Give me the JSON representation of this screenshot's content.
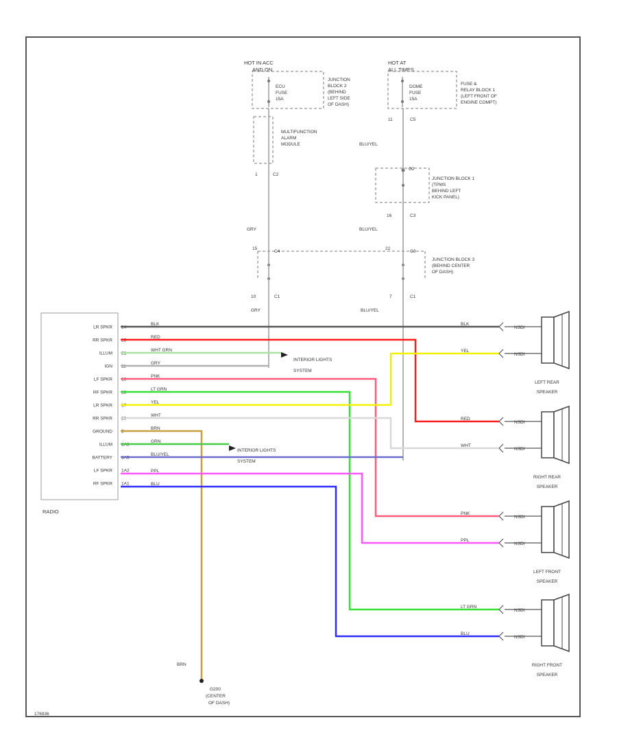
{
  "colors": {
    "blk": "#555555",
    "red": "#ff1a1a",
    "gry": "#b0b0b0",
    "wht_grn": "#a8e6a0",
    "pnk": "#ff5a7a",
    "lt_grn": "#33e033",
    "yel": "#f2f200",
    "wht": "#d8d8d8",
    "brn": "#c8a040",
    "grn": "#44cc44",
    "blu_yel": "#6a6acc",
    "ppl": "#ff55ff",
    "blu": "#2a2aff",
    "frame": "#555555"
  },
  "top": {
    "hot_acc": "HOT IN ACC",
    "acc_on": "AND ON",
    "hot_all": "HOT AT",
    "all_times": "ALL TIMES",
    "fuse_left": [
      "ECU",
      "FUSE",
      "15A"
    ],
    "fuse_right": [
      "DOME",
      "FUSE",
      "15A"
    ],
    "jb2": [
      "JUNCTION",
      "BLOCK 2",
      "(BEHIND",
      "LEFT SIDE",
      "OF DASH)"
    ],
    "frb1": [
      "FUSE &",
      "RELAY BLOCK 1",
      "(LEFT FRONT OF",
      "ENGINE COMPT)"
    ],
    "mfam": [
      "MULTIFUNCTION",
      "ALARM",
      "MODULE"
    ],
    "jb1": [
      "JUNCTION BLOCK 1",
      "(TPMS",
      "BEHIND LEFT",
      "KICK PANEL)"
    ],
    "jb3": [
      "JUNCTION BLOCK 3",
      "(BEHIND CENTER",
      "OF DASH)"
    ],
    "pin_11": "11",
    "pin_c5": "C5",
    "pin_1": "1",
    "pin_c2": "C2",
    "pin_16": "16",
    "pin_c3": "C3",
    "pin_15": "15",
    "pin_c4": "C4",
    "pin_22": "22",
    "pin_g3": "G3",
    "pin_10": "10",
    "pin_c1a": "C1",
    "pin_7": "7",
    "pin_c1b": "C1",
    "pin_g2": "G2",
    "wire_gry_a": "GRY",
    "wire_gry_b": "GRY",
    "wire_bluyel_a": "BLU/YEL",
    "wire_bluyel_b": "BLU/YEL",
    "wire_bluyel_c": "BLU/YEL"
  },
  "radio": {
    "label": "RADIO",
    "pins": [
      {
        "label": "LR SPKR",
        "num": "14"
      },
      {
        "label": "RR SPKR",
        "num": "15"
      },
      {
        "label": "ILLUM",
        "num": "21"
      },
      {
        "label": "IGN",
        "num": "11"
      },
      {
        "label": "LF SPKR",
        "num": "16"
      },
      {
        "label": "RF SPKR",
        "num": "18"
      },
      {
        "label": "LR SPKR",
        "num": "17"
      },
      {
        "label": "RR SPKR",
        "num": "20"
      },
      {
        "label": "GROUND",
        "num": "5"
      },
      {
        "label": "ILLUM",
        "num": "1A3"
      },
      {
        "label": "BATTERY",
        "num": "1A5"
      },
      {
        "label": "LF SPKR",
        "num": "1A2"
      },
      {
        "label": "RF SPKR",
        "num": "1A1"
      }
    ]
  },
  "wires": {
    "blk": "BLK",
    "red": "RED",
    "wht_grn": "WHT GRN",
    "gry": "GRY",
    "pnk": "PNK",
    "lt_grn": "LT GRN",
    "yel": "YEL",
    "wht": "WHT",
    "brn": "BRN",
    "grn": "GRN",
    "blu_yel": "BLU/YEL",
    "ppl": "PPL",
    "blu": "BLU"
  },
  "interior_lights": [
    "INTERIOR LIGHTS",
    "SYSTEM"
  ],
  "speakers": [
    {
      "name": [
        "LEFT REAR",
        "SPEAKER"
      ],
      "w1": "BLK",
      "w2": "YEL"
    },
    {
      "name": [
        "RIGHT REAR",
        "SPEAKER"
      ],
      "w1": "RED",
      "w2": "WHT"
    },
    {
      "name": [
        "LEFT FRONT",
        "SPEAKER"
      ],
      "w1": "PNK",
      "w2": "PPL"
    },
    {
      "name": [
        "RIGHT FRONT",
        "SPEAKER"
      ],
      "w1": "LT GRN",
      "w2": "BLU"
    }
  ],
  "speaker_pin": "NSDI",
  "ground": {
    "wire": "BRN",
    "name": "G200",
    "lines": [
      "(CENTER",
      "OF DASH)"
    ]
  },
  "code": "176936"
}
